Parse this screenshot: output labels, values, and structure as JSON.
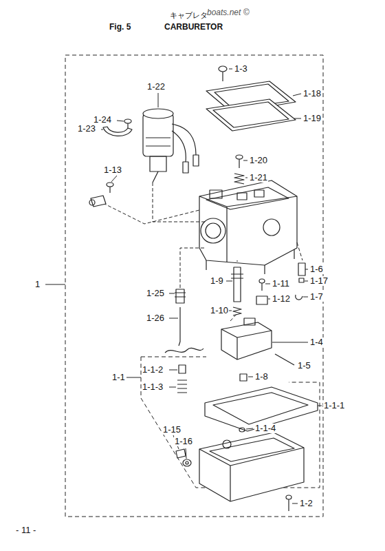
{
  "diagram": {
    "title": "CARBURETOR",
    "labels": [
      "Fig. 5",
      "キャブレタ",
      "boats.net ©",
      "1-3",
      "1-22",
      "1-24",
      "1-18",
      "1-23",
      "1-19",
      "1-20",
      "1-13",
      "1-21",
      "1",
      "1-6",
      "1-9",
      "1-11",
      "1-17",
      "1-25",
      "1-12",
      "1-7",
      "1-10",
      "1-26",
      "1-4",
      "1-5",
      "1-1-2",
      "1-1",
      "1-8",
      "1-1-3",
      "1-1-1",
      "1-1-4",
      "1-15",
      "1-16",
      "1-2",
      "- 11 -"
    ]
  }
}
